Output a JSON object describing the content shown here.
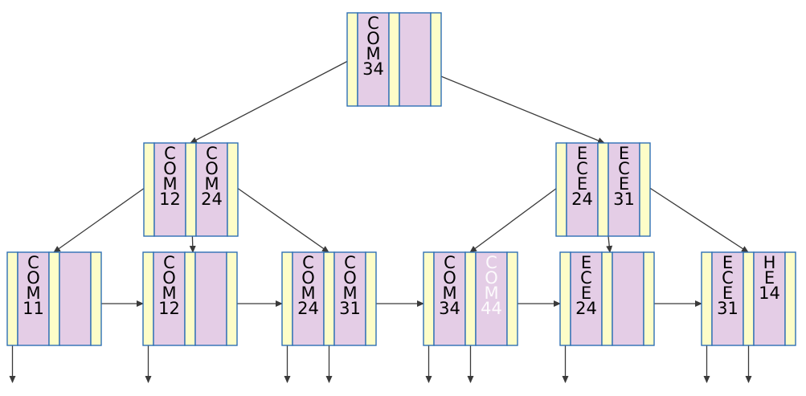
{
  "colors": {
    "pointer_cell": "#fdfdc8",
    "key_cell": "#e4cde6",
    "border": "#2e6fb5",
    "edge": "#3a3a3a",
    "ghost_text": "#ffffff"
  },
  "tree": {
    "root": {
      "keys": [
        {
          "prefix": "COM",
          "num": "34"
        },
        null
      ]
    },
    "internal": [
      {
        "keys": [
          {
            "prefix": "COM",
            "num": "12"
          },
          {
            "prefix": "COM",
            "num": "24"
          }
        ]
      },
      {
        "keys": [
          {
            "prefix": "ECE",
            "num": "24"
          },
          {
            "prefix": "ECE",
            "num": "31"
          }
        ]
      }
    ],
    "leaves": [
      {
        "keys": [
          {
            "prefix": "COM",
            "num": "11"
          },
          null
        ]
      },
      {
        "keys": [
          {
            "prefix": "COM",
            "num": "12"
          },
          null
        ]
      },
      {
        "keys": [
          {
            "prefix": "COM",
            "num": "24"
          },
          {
            "prefix": "COM",
            "num": "31"
          }
        ]
      },
      {
        "keys": [
          {
            "prefix": "COM",
            "num": "34"
          },
          {
            "prefix": "COM",
            "num": "44",
            "ghost": true
          }
        ]
      },
      {
        "keys": [
          {
            "prefix": "ECE",
            "num": "24"
          },
          null
        ]
      },
      {
        "keys": [
          {
            "prefix": "ECE",
            "num": "31"
          },
          {
            "prefix": "HE",
            "num": "14"
          }
        ]
      }
    ]
  }
}
